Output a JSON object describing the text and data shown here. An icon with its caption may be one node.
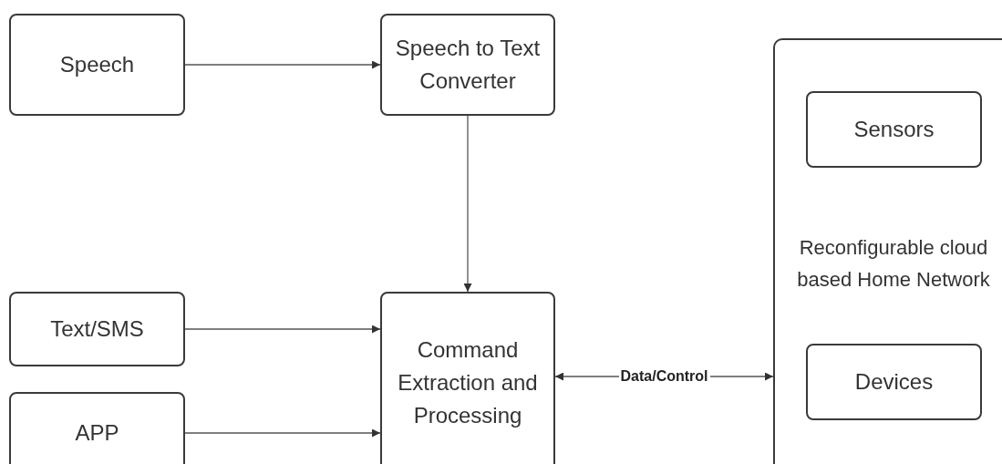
{
  "diagram": {
    "nodes": [
      {
        "text": [
          "Speech"
        ]
      },
      {
        "text": [
          "Speech to Text Converter"
        ]
      },
      {
        "text": [
          "Text/SMS"
        ]
      },
      {
        "text": [
          "APP"
        ]
      },
      {
        "text": [
          "Command Extraction and Processing"
        ]
      },
      {
        "text": [
          "Reconfigurable cloud based Home Network"
        ]
      },
      {
        "text": [
          "Sensors"
        ],
        "in": 5
      },
      {
        "text": [
          "Devices"
        ],
        "in": 5
      }
    ],
    "edges": [
      {
        "from": 0,
        "to": 1,
        "arrow": "to"
      },
      {
        "from": 1,
        "to": 4,
        "arrow": "to"
      },
      {
        "from": 2,
        "to": 4,
        "arrow": "to"
      },
      {
        "from": 3,
        "to": 4,
        "arrow": "to"
      },
      {
        "from": 4,
        "to": 5,
        "arrow": "both",
        "label": "Data/Control"
      }
    ]
  }
}
